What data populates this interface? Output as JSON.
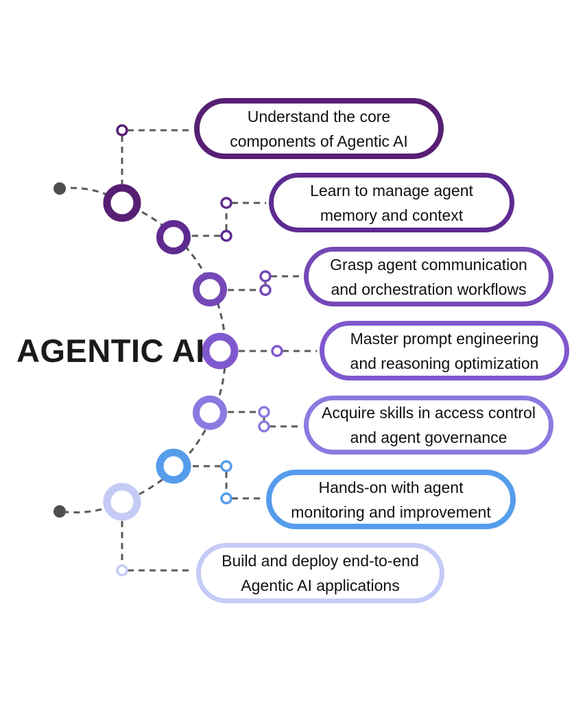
{
  "title": "AGENTIC AI",
  "colors": {
    "line": "#5a5a5a",
    "endpoint_dot": "#4f4f4f",
    "title_text": "#1a1a1a",
    "text": "#111111",
    "background": "#ffffff"
  },
  "steps": [
    {
      "line1": "Understand the core",
      "line2": "components of Agentic AI",
      "color": "#571f73"
    },
    {
      "line1": "Learn to manage agent",
      "line2": "memory and context",
      "color": "#5e2b91"
    },
    {
      "line1": "Grasp agent communication",
      "line2": "and orchestration workflows",
      "color": "#7448b6"
    },
    {
      "line1": "Master prompt engineering",
      "line2": "and reasoning optimization",
      "color": "#8058ce"
    },
    {
      "line1": "Acquire skills in access control",
      "line2": "and agent governance",
      "color": "#8b7ae0"
    },
    {
      "line1": "Hands-on with agent",
      "line2": "monitoring and improvement",
      "color": "#559ceb"
    },
    {
      "line1": "Build and deploy end-to-end",
      "line2": "Agentic AI applications",
      "color": "#c5cbf7"
    }
  ]
}
